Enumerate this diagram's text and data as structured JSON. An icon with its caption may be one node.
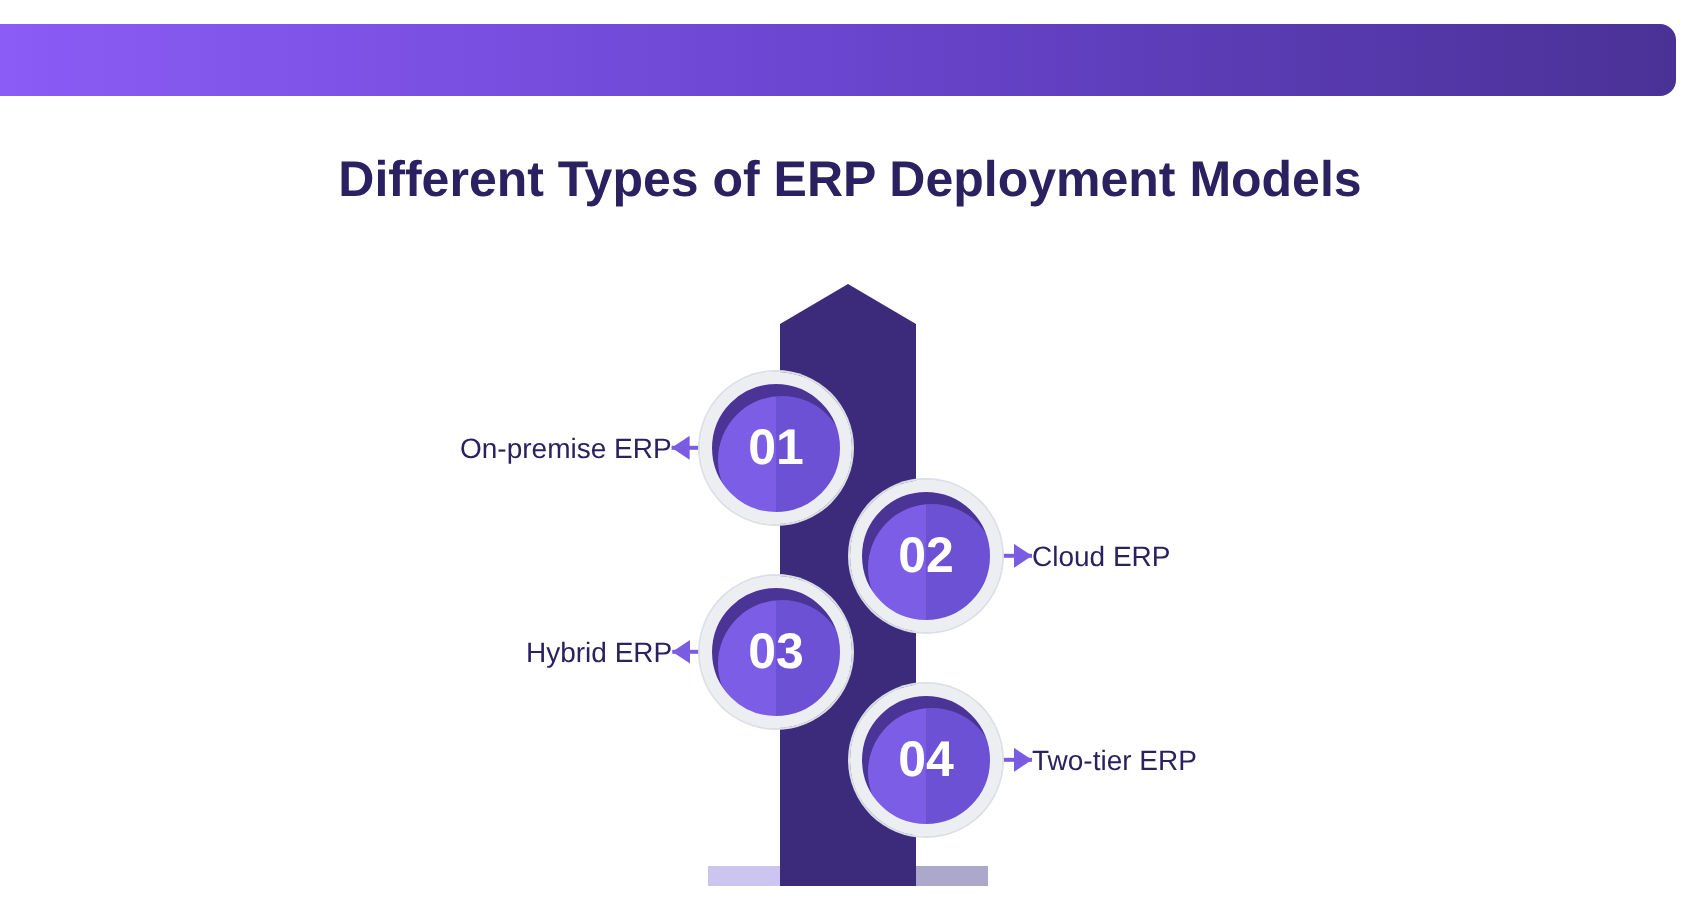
{
  "diagram": {
    "title": "Different Types of ERP Deployment Models",
    "nodes": [
      {
        "text": [
          "01"
        ]
      },
      {
        "text": [
          "On-premise ERP"
        ]
      },
      {
        "text": [
          "02"
        ]
      },
      {
        "text": [
          "Cloud ERP"
        ]
      },
      {
        "text": [
          "03"
        ]
      },
      {
        "text": [
          "Hybrid ERP"
        ]
      },
      {
        "text": [
          "04"
        ]
      },
      {
        "text": [
          "Two-tier ERP"
        ]
      }
    ],
    "edges": [
      {
        "from": 0,
        "to": 1,
        "arrow": "to"
      },
      {
        "from": 2,
        "to": 3,
        "arrow": "to"
      },
      {
        "from": 4,
        "to": 5,
        "arrow": "to"
      },
      {
        "from": 6,
        "to": 7,
        "arrow": "to"
      }
    ]
  }
}
